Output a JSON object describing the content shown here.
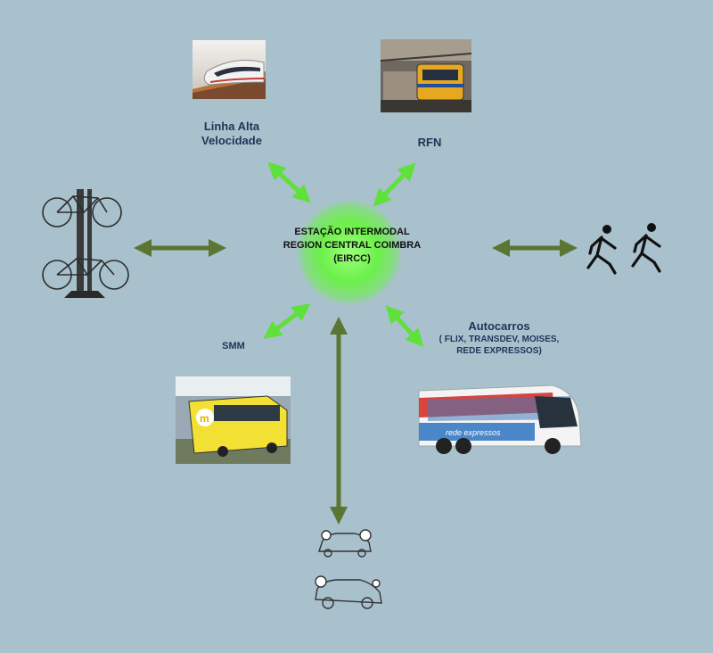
{
  "hub": {
    "line1": "ESTAÇÃO INTERMODAL",
    "line2": "REGION CENTRAL  COIMBRA",
    "line3": "(EIRCC)"
  },
  "nodes": {
    "high_speed": {
      "line1": "Linha Alta",
      "line2": "Velocidade",
      "icon": "high-speed-train-photo"
    },
    "rfn": {
      "label": "RFN",
      "icon": "regional-train-photo"
    },
    "smm": {
      "label": "SMM",
      "icon": "metro-bus-photo"
    },
    "buses": {
      "title": "Autocarros",
      "line2": "( FLIX, TRANSDEV, MOISES,",
      "line3": "REDE EXPRESSOS)",
      "icon": "coach-bus-photo"
    },
    "bike": {
      "icon": "bicycle-rack-icon"
    },
    "pedestrian": {
      "icon": "walking-people-icon"
    },
    "car": {
      "icon": "shared-car-icon"
    }
  },
  "colors": {
    "background": "#a9c1cd",
    "arrow_bright": "#5fe03a",
    "arrow_olive": "#5b7533",
    "hub_glow": "#6cf04a",
    "label": "#1f3457"
  }
}
